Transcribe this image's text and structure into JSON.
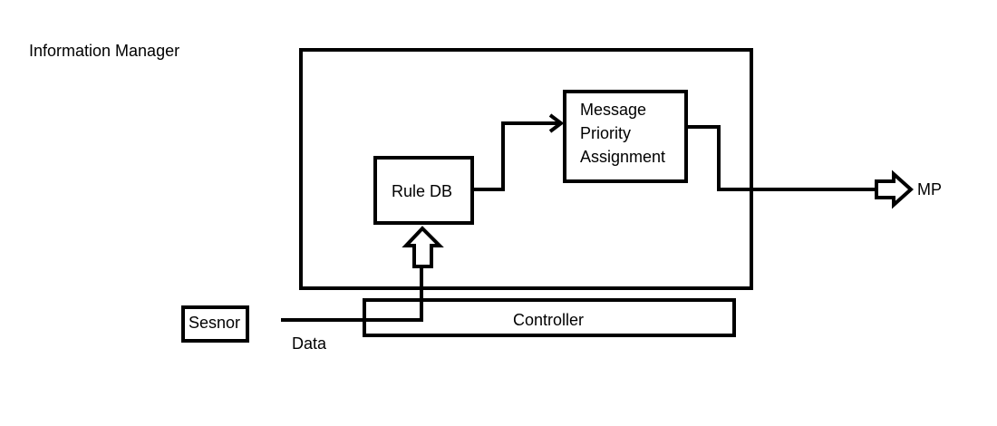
{
  "diagram": {
    "outer_label": "Information Manager",
    "rule_db": "Rule DB",
    "message_priority": [
      "Message",
      "Priority",
      "Assignment"
    ],
    "sensor": "Sesnor",
    "controller": "Controller",
    "data_label": "Data",
    "output_label": "MP"
  }
}
